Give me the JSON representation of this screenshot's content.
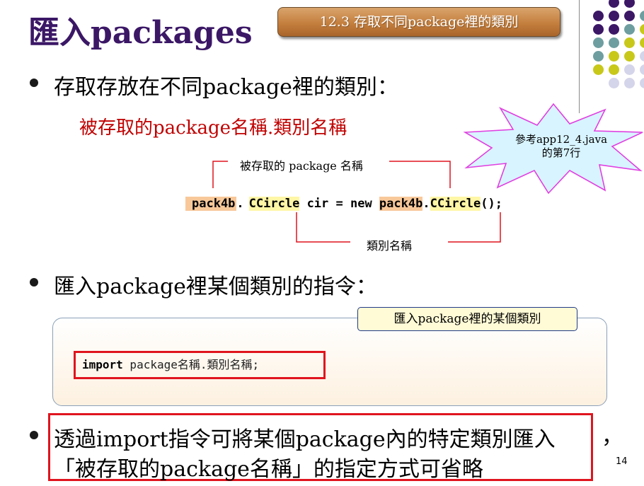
{
  "slide": {
    "title": "匯入packages",
    "section_tag": "12.3 存取不同package裡的類別",
    "page_number": "14"
  },
  "bullets": {
    "b1": "存取存放在不同package裡的類別：",
    "syntax": "被存取的package名稱.類別名稱",
    "b2": "匯入package裡某個類別的指令：",
    "b3_line1": "透過import指令可將某個package內的特定類別匯入",
    "b3_comma": "，",
    "b3_line2": "「被存取的package名稱」的指定方式可省略"
  },
  "starburst": {
    "line1": "參考app12_4.java",
    "line2": "的第7行"
  },
  "code_example": {
    "pkg1": "pack4b",
    "dot1": ".",
    "cls1": "CCircle",
    "middle": " cir = new ",
    "pkg2": "pack4b",
    "dot2": ".",
    "cls2": "CCircle",
    "tail": "();"
  },
  "annotations": {
    "package_name": "被存取的 package 名稱",
    "class_name": "類別名稱"
  },
  "import_block": {
    "callout": "匯入package裡的某個類別",
    "keyword": "import",
    "rest": " package名稱.類別名稱;"
  },
  "colors": {
    "title": "#3b1766",
    "dots_purple": "#3b1766",
    "dots_teal": "#6e9ea0",
    "dots_yellow": "#c8c81a",
    "dots_lavender": "#d4d4ea",
    "emphasis_red": "#e0141e",
    "syntax_red": "#c00000",
    "starburst_fill": "#d8f4ff",
    "starburst_stroke": "#e040e0"
  }
}
